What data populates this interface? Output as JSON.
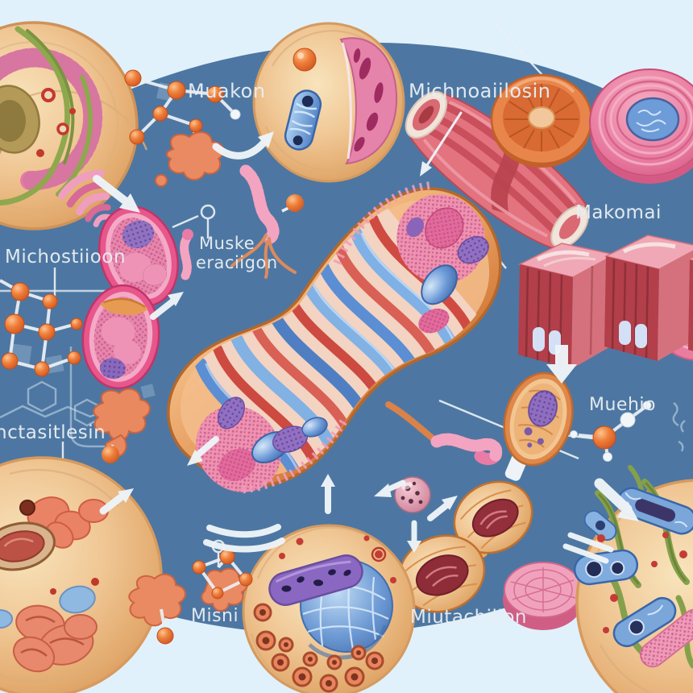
{
  "title": "Mitochondria and muscle-cell biology illustration",
  "labels": {
    "muakon": "Muakon",
    "michnoaiilosin": "Michnoaiilosin",
    "muske_line1": "Muske",
    "muske_line2": "eraciigon",
    "michostiioon": "Michostiioon",
    "nctasitlesin": "nctasitlesin",
    "makomai": "Makomai",
    "muehio": "Muehio",
    "misni": "Misni",
    "miutachilion": "Miutachilion"
  },
  "colors": {
    "background_outer": "#e0f1fb",
    "background_blob": "#4d77a2",
    "cell_body_tan": "#eec392",
    "membrane_orange": "#dd8a4c",
    "organelle_pink": "#e8739c",
    "muscle_red": "#b8434e",
    "organelle_blue": "#6f9cd8",
    "organelle_purple": "#8a68c2",
    "molecule_orange": "#e2622e",
    "strand_green": "#86a04b",
    "annotation_white": "#edf3f7"
  }
}
